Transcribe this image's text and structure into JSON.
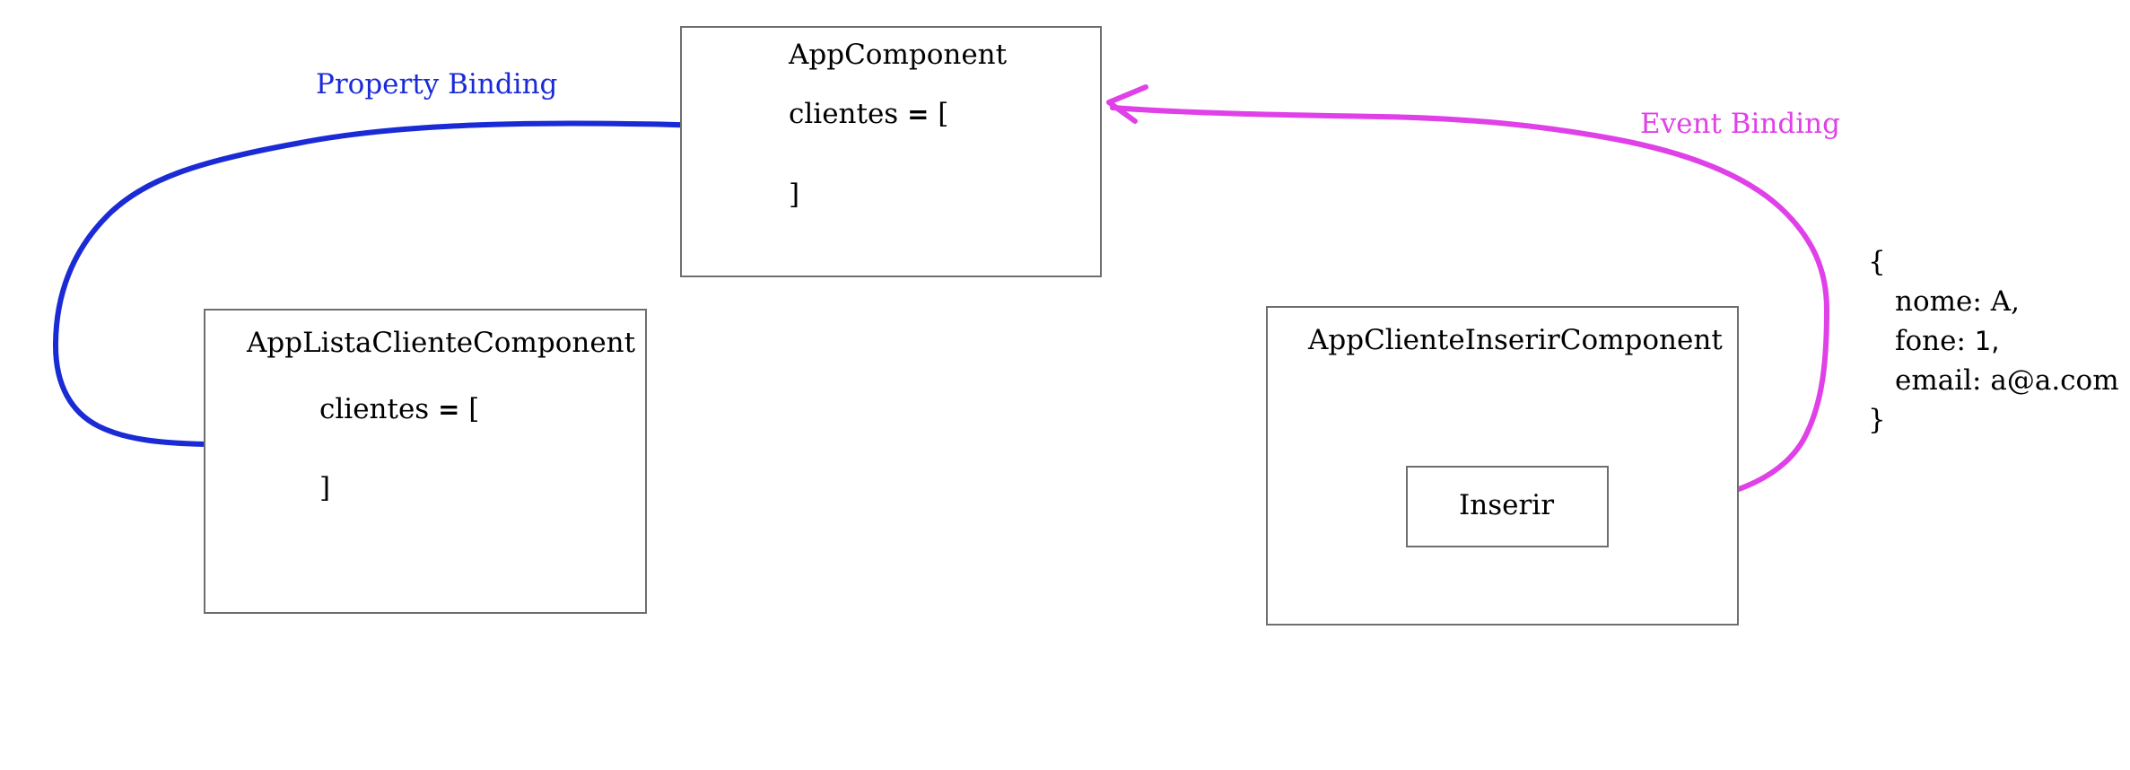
{
  "app_component": {
    "title": "AppComponent",
    "code_open_name": "clientes",
    "code_open_op": "=",
    "code_open_bracket": "[",
    "code_close": "]"
  },
  "lista_component": {
    "title": "AppListaClienteComponent",
    "code_open_name": "clientes",
    "code_open_op": "=",
    "code_open_bracket": "[",
    "code_close": "]"
  },
  "inserir_component": {
    "title": "AppClienteInserirComponent",
    "button_label": "Inserir"
  },
  "property_binding": {
    "label": "Property Binding",
    "color": "#1a2bd6"
  },
  "event_binding": {
    "label": "Event Binding",
    "color": "#e040e8"
  },
  "object_literal": {
    "open": "{",
    "nome_key": "nome:",
    "nome_val": "A,",
    "fone_key": "fone:",
    "fone_val": "1,",
    "email_key": "email:",
    "email_val": "a@a.com",
    "close": "}"
  }
}
